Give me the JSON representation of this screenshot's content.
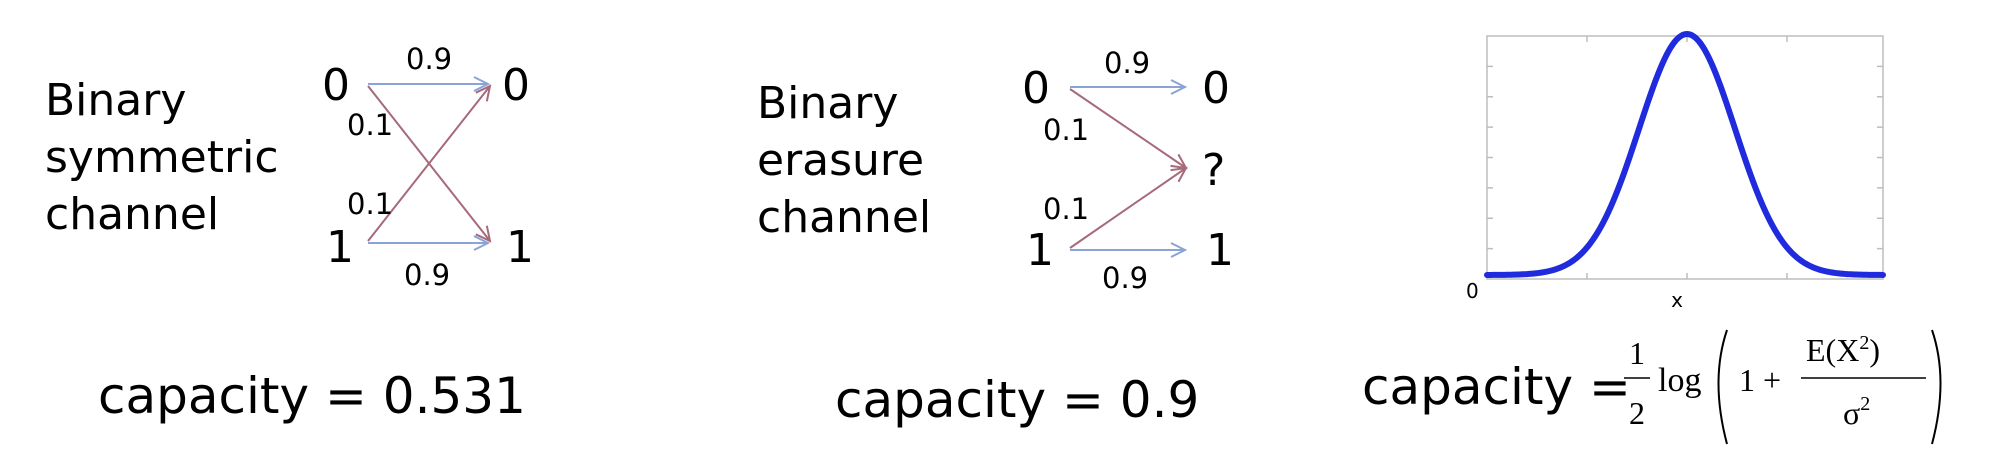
{
  "colors": {
    "blue_arrow": "#8aa4d8",
    "red_arrow": "#a66a7a",
    "curve": "#1f2bdc"
  },
  "bsc": {
    "title_lines": [
      "Binary",
      "symmetric",
      "channel"
    ],
    "input_0": "0",
    "input_1": "1",
    "output_0": "0",
    "output_1": "1",
    "p_top": "0.9",
    "p_bottom": "0.9",
    "p_cross_top": "0.1",
    "p_cross_bottom": "0.1",
    "capacity": "capacity = 0.531"
  },
  "bec": {
    "title_lines": [
      "Binary",
      "erasure",
      "channel"
    ],
    "input_0": "0",
    "input_1": "1",
    "output_0": "0",
    "output_q": "?",
    "output_1": "1",
    "p_top": "0.9",
    "p_bottom": "0.9",
    "p_erase_top": "0.1",
    "p_erase_bottom": "0.1",
    "capacity": "capacity = 0.9"
  },
  "gaussian": {
    "chart_data": {
      "type": "line",
      "xlabel": "x",
      "y_tick_label": "0",
      "curve_shape": "gaussian bell",
      "grid": false
    },
    "capacity_prefix": "capacity =",
    "formula": {
      "half_num": "1",
      "half_den": "2",
      "log": "log",
      "one_plus": "1 +",
      "num": "E(X",
      "num_sup": "2",
      "num_close": ")",
      "den": "σ",
      "den_sup": "2"
    }
  }
}
